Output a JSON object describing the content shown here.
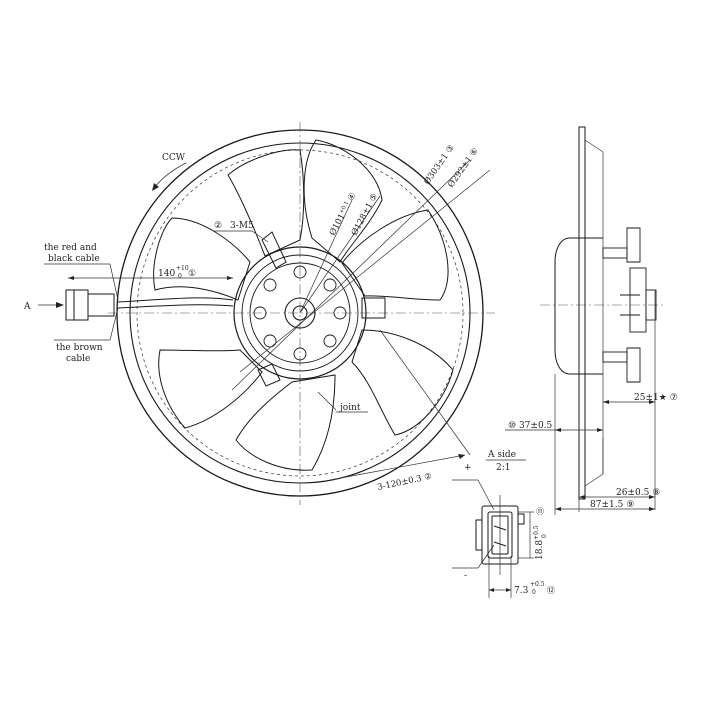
{
  "labels": {
    "ccw": "CCW",
    "red_black_cable_1": "the red and",
    "red_black_cable_2": "black cable",
    "view_arrow": "A",
    "brown_cable_1": "the brown",
    "brown_cable_2": "cable",
    "screws": "3-M5",
    "screws_ref": "②",
    "dim_140": "140",
    "dim_140_tol": "+10",
    "dim_140_tol_low": "0",
    "dim_140_ref": "①",
    "joint": "joint",
    "dim_3_120": "3-120±0.3",
    "dim_3_120_ref": "②",
    "dia_303": "Ø303±1",
    "dia_303_ref": "③",
    "dia_292": "Ø292±1",
    "dia_292_ref": "⑥",
    "dia_101": "Ø101",
    "dia_101_tol": "+0.1",
    "dia_101_ref": "④",
    "dia_128": "Ø128±1",
    "dia_128_ref": "⑤",
    "dim_37": "37±0.5",
    "dim_37_ref": "⑩",
    "dim_25": "25±1",
    "dim_25_star": "★",
    "dim_25_ref": "⑦",
    "dim_26": "26±0.5",
    "dim_26_ref": "⑧",
    "dim_87": "87±1.5",
    "dim_87_ref": "⑨",
    "a_side": "A side",
    "scale": "2:1",
    "plus": "+",
    "minus": "-",
    "dim_18_8": "18.8",
    "dim_18_8_tol": "+0.5",
    "dim_18_8_tol_low": "0",
    "dim_18_8_ref": "⑪",
    "dim_7_3": "7.3",
    "dim_7_3_tol": "+0.5",
    "dim_7_3_tol_low": "0",
    "dim_7_3_ref": "⑫"
  },
  "icons": {
    "rotation": "ccw-rotation-arrow-icon",
    "view": "view-direction-arrow-icon"
  }
}
